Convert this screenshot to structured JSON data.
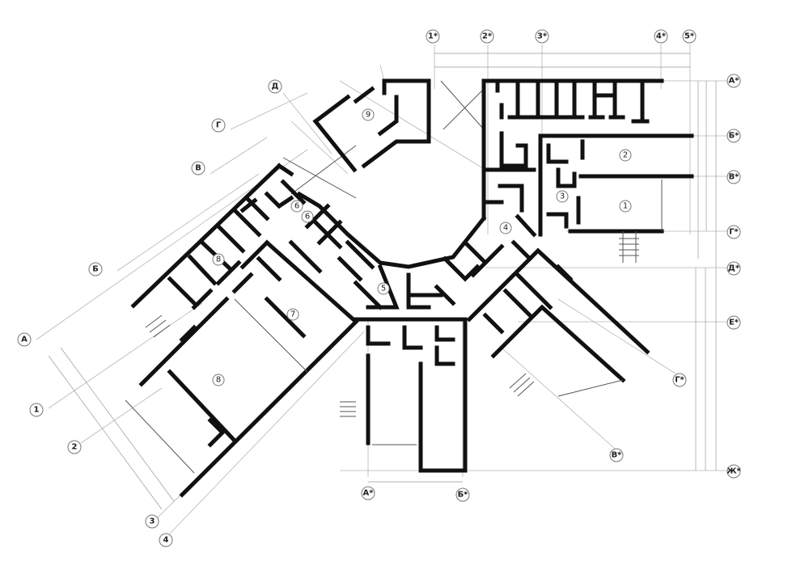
{
  "drawing": {
    "type": "floor plan",
    "axes_top": [
      "1*",
      "2*",
      "3*",
      "4*",
      "5*"
    ],
    "axes_right": [
      "А*",
      "Б*",
      "В*",
      "Г*",
      "Д*",
      "Е*",
      "Ж*"
    ],
    "axes_left_letters": [
      "А",
      "Б",
      "В",
      "Г",
      "Д"
    ],
    "axes_left_numbers": [
      "1",
      "2",
      "3",
      "4"
    ],
    "axes_bottom": [
      "А*",
      "Б*",
      "В*",
      "Г*"
    ],
    "rooms": [
      "1",
      "2",
      "3",
      "4",
      "5",
      "6",
      "6",
      "7",
      "8",
      "8",
      "9"
    ]
  },
  "colors": {
    "wall": "#111111",
    "grid": "#b5b5b5"
  }
}
